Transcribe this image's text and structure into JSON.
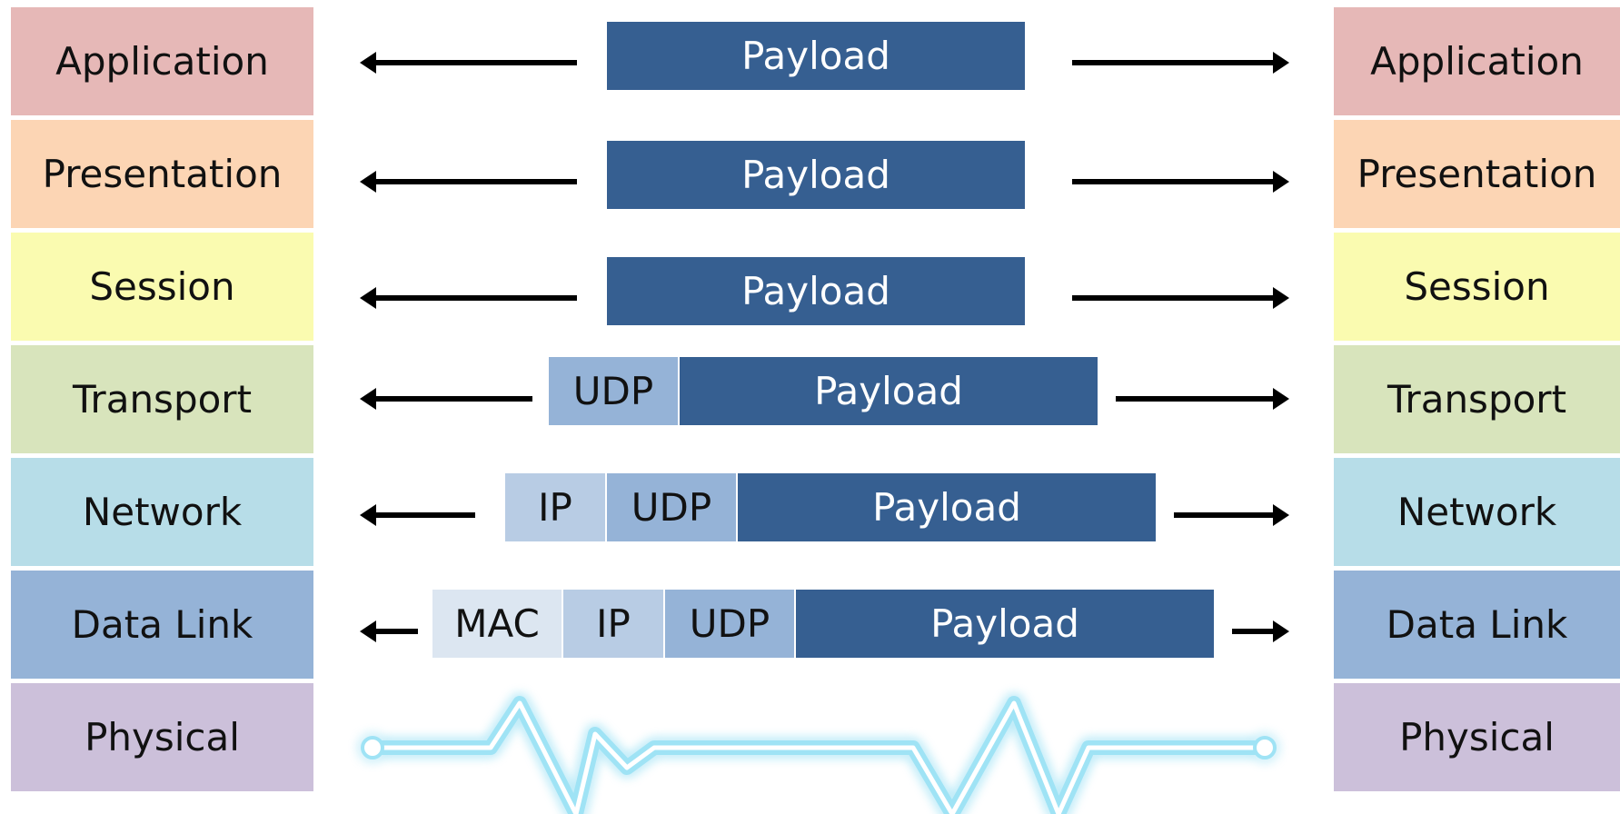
{
  "layers_left": [
    {
      "label": "Application",
      "color": "#e6b8b7"
    },
    {
      "label": "Presentation",
      "color": "#fcd5b4"
    },
    {
      "label": "Session",
      "color": "#fafbb0"
    },
    {
      "label": "Transport",
      "color": "#d8e4bc"
    },
    {
      "label": "Network",
      "color": "#b7dde8"
    },
    {
      "label": "Data Link",
      "color": "#95b3d7"
    },
    {
      "label": "Physical",
      "color": "#ccc0da"
    }
  ],
  "layers_right": [
    {
      "label": "Application"
    },
    {
      "label": "Presentation"
    },
    {
      "label": "Session"
    },
    {
      "label": "Transport"
    },
    {
      "label": "Network"
    },
    {
      "label": "Data Link"
    },
    {
      "label": "Physical"
    }
  ],
  "packets": {
    "application": {
      "payload": "Payload"
    },
    "presentation": {
      "payload": "Payload"
    },
    "session": {
      "payload": "Payload"
    },
    "transport": {
      "udp": "UDP",
      "payload": "Payload"
    },
    "network": {
      "ip": "IP",
      "udp": "UDP",
      "payload": "Payload"
    },
    "datalink": {
      "mac": "MAC",
      "ip": "IP",
      "udp": "UDP",
      "payload": "Payload"
    }
  },
  "colors": {
    "payload": "#365f91",
    "udp_header": "#95b3d7",
    "ip_header": "#b8cce4",
    "mac_header": "#dce6f1",
    "signal_glow": "#9fe3f5"
  },
  "signal": {
    "icon": "physical-signal-wave-icon"
  }
}
